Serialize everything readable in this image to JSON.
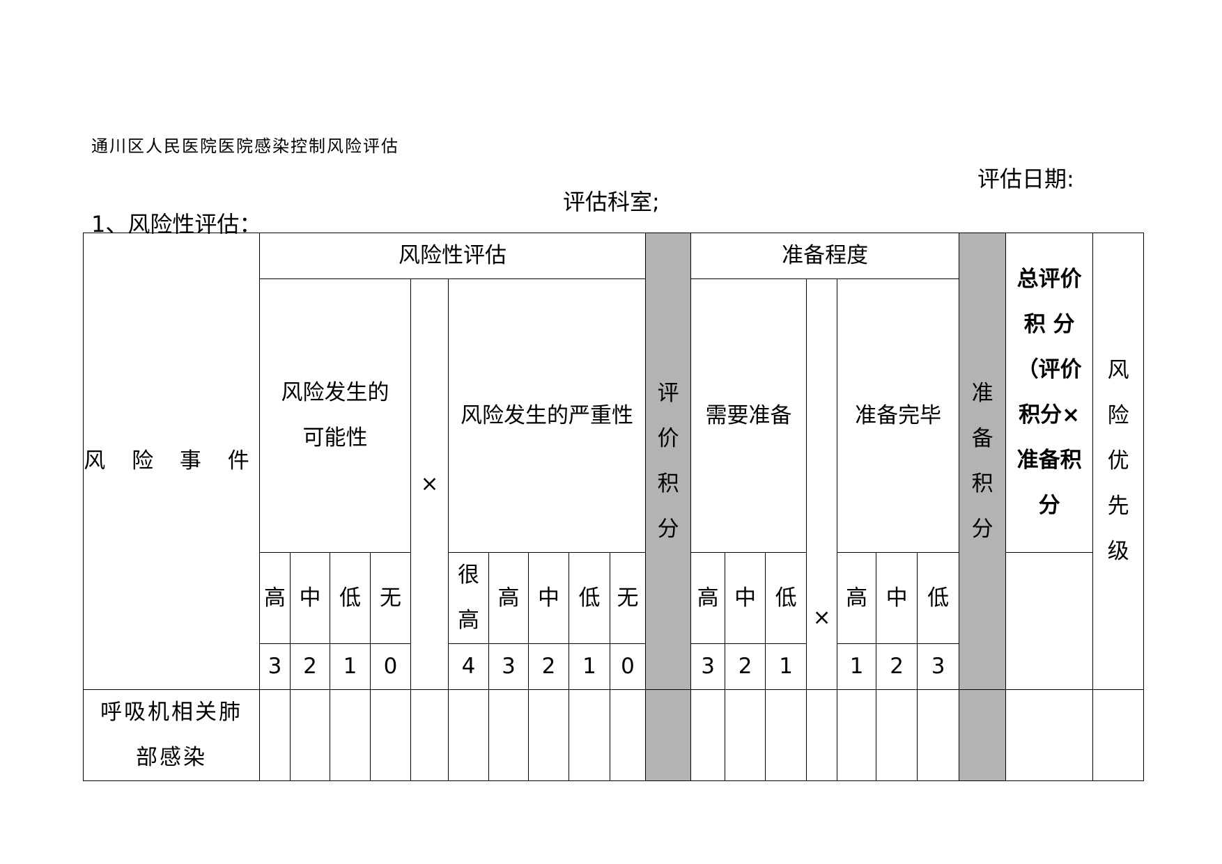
{
  "document": {
    "title": "通川区人民医院医院感染控制风险评估",
    "eval_date_label": "评估日期:",
    "eval_dept_label": "评估科室;",
    "section_title": "1、风险性评估："
  },
  "table": {
    "risk_event_header": "风 险 事 件",
    "risk_assessment_header": "风险性评估",
    "likelihood_header": "风险发生的可能性",
    "multiply_sign": "×",
    "severity_header": "风险发生的严重性",
    "eval_score_header": "评价积分",
    "preparedness_header": "准备程度",
    "need_prep_header": "需要准备",
    "prep_done_header": "准备完毕",
    "prep_score_header": "准备积分",
    "total_score_header": "总评价积 分（评价积分×准备积分",
    "priority_header": "风险优先级",
    "likelihood_levels": [
      "高",
      "中",
      "低",
      "无"
    ],
    "likelihood_scores": [
      "3",
      "2",
      "1",
      "0"
    ],
    "severity_levels": [
      "很高",
      "高",
      "中",
      "低",
      "无"
    ],
    "severity_scores": [
      "4",
      "3",
      "2",
      "1",
      "0"
    ],
    "need_prep_levels": [
      "高",
      "中",
      "低"
    ],
    "need_prep_scores": [
      "3",
      "2",
      "1"
    ],
    "prep_done_levels": [
      "高",
      "中",
      "低"
    ],
    "prep_done_scores": [
      "1",
      "2",
      "3"
    ],
    "rows": [
      {
        "event": "呼吸机相关肺部感染"
      }
    ]
  },
  "colors": {
    "shaded_column": "#b3b3b3",
    "border": "#000000"
  }
}
